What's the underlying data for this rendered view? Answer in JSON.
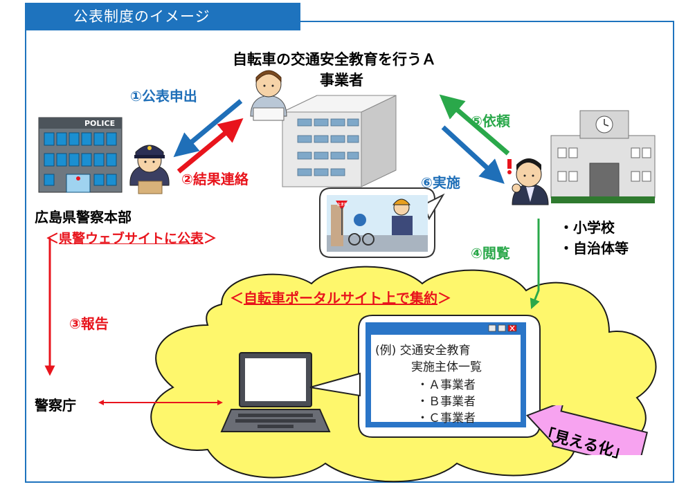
{
  "header": {
    "title": "公表制度のイメージ"
  },
  "business": {
    "title_line1": "自転車の交通安全教育を行うＡ",
    "title_line2": "事業者"
  },
  "police_hq": {
    "sign": "POLICE",
    "name": "広島県警察本部",
    "site_prefix": "＜",
    "site_text": "県警ウェブサイトに公表",
    "site_suffix": "＞"
  },
  "school": {
    "item1": "・小学校",
    "item2": "・自治体等"
  },
  "npa": {
    "name": "警察庁"
  },
  "steps": {
    "s1": "①公表申出",
    "s2": "②結果連絡",
    "s3": "③報告",
    "s4": "④閲覧",
    "s5": "⑤依頼",
    "s6": "⑥実施"
  },
  "portal": {
    "prefix": "＜",
    "text": "自転車ポータルサイト上で集約",
    "suffix": "＞"
  },
  "screen": {
    "line1": "(例)  交通安全教育",
    "line2": "実施主体一覧",
    "item_a": "・Ａ事業者",
    "item_b": "・Ｂ事業者",
    "item_c": "・Ｃ事業者"
  },
  "badge": {
    "label": "「見える化」"
  },
  "sign_text": "止まれ",
  "colors": {
    "frame": "#1e73be",
    "blue_arrow": "#1f6fb8",
    "red_arrow": "#e8141c",
    "green_arrow": "#2aa84a",
    "cloud": "#fef76c",
    "badge": "#f7a3f0"
  }
}
